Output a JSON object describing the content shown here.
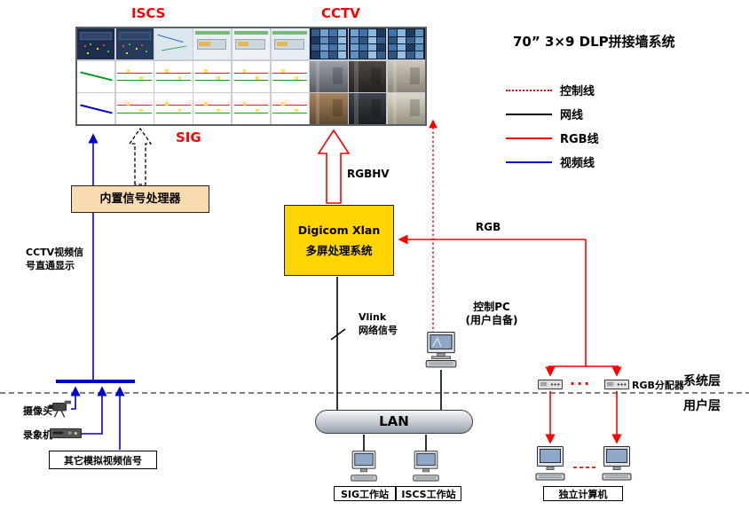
{
  "title": "70” 3×9 DLP拼接墙系统",
  "wall": {
    "label_iscs": "ISCS",
    "label_cctv": "CCTV",
    "label_sig": "SIG",
    "cells": [
      {
        "t": "dash",
        "bg": "#1f2d4d"
      },
      {
        "t": "dash",
        "bg": "#263a5e"
      },
      {
        "t": "map",
        "bg": "#dce6ee"
      },
      {
        "t": "diag",
        "bg": "#e9eef3"
      },
      {
        "t": "diag",
        "bg": "#eef2f6"
      },
      {
        "t": "diag",
        "bg": "#e7edf4"
      },
      {
        "t": "grid",
        "bg": "#101c33"
      },
      {
        "t": "grid",
        "bg": "#101c33"
      },
      {
        "t": "grid",
        "bg": "#101c33"
      },
      {
        "t": "diagline",
        "bg": "#ffffff",
        "c": "#00a020"
      },
      {
        "t": "schem",
        "bg": "#ffffff"
      },
      {
        "t": "schem",
        "bg": "#ffffff"
      },
      {
        "t": "schem",
        "bg": "#ffffff"
      },
      {
        "t": "schem",
        "bg": "#ffffff"
      },
      {
        "t": "schem",
        "bg": "#ffffff"
      },
      {
        "t": "photo",
        "a": "#9aa0a8",
        "b": "#565c64"
      },
      {
        "t": "photo",
        "a": "#4e4842",
        "b": "#262220"
      },
      {
        "t": "photo",
        "a": "#cfc8ba",
        "b": "#8e8678"
      },
      {
        "t": "diagline",
        "bg": "#ffffff",
        "c": "#0000cc"
      },
      {
        "t": "schem",
        "bg": "#ffffff"
      },
      {
        "t": "schem",
        "bg": "#ffffff"
      },
      {
        "t": "schem",
        "bg": "#ffffff"
      },
      {
        "t": "schem",
        "bg": "#ffffff"
      },
      {
        "t": "schem",
        "bg": "#ffffff"
      },
      {
        "t": "photo",
        "a": "#a8845e",
        "b": "#5e4930"
      },
      {
        "t": "photo",
        "a": "#3e444b",
        "b": "#191d22"
      },
      {
        "t": "photo",
        "a": "#ded8cb",
        "b": "#97917f"
      }
    ]
  },
  "legend": {
    "items": [
      {
        "label": "控制线",
        "color": "#FF0000",
        "line_style": "dotted"
      },
      {
        "label": "网线",
        "color": "#000000",
        "line_style": "solid"
      },
      {
        "label": "RGB线",
        "color": "#FF0000",
        "line_style": "solid"
      },
      {
        "label": "视频线",
        "color": "#0000CC",
        "line_style": "solid"
      }
    ]
  },
  "nodes": {
    "signal_processor": "内置信号处理器",
    "digicom_line1": "Digicom Xlan",
    "digicom_line2": "多屏处理系统",
    "lan": "LAN",
    "sig_workstation": "SIG工作站",
    "iscs_workstation": "ISCS工作站",
    "standalone_pc": "独立计算机",
    "other_video": "其它模拟视频信号"
  },
  "labels": {
    "rgbhv": "RGBHV",
    "rgb": "RGB",
    "vlink_line1": "Vlink",
    "vlink_line2": "网络信号",
    "control_pc_line1": "控制PC",
    "control_pc_line2": "(用户自备)",
    "cctv_direct": "CCTV视频信号直通显示",
    "camera": "摄像头",
    "recorder": "录象机",
    "rgb_splitter": "RGB分配器",
    "system_layer": "系统层",
    "user_layer": "用户层",
    "dots": "..."
  },
  "colors": {
    "control_line": "#FF0000",
    "network_line": "#000000",
    "rgb_line": "#FF0000",
    "video_line": "#0000CC",
    "processor_box": "#F8DCB0",
    "digicom_box": "#FFD400"
  }
}
